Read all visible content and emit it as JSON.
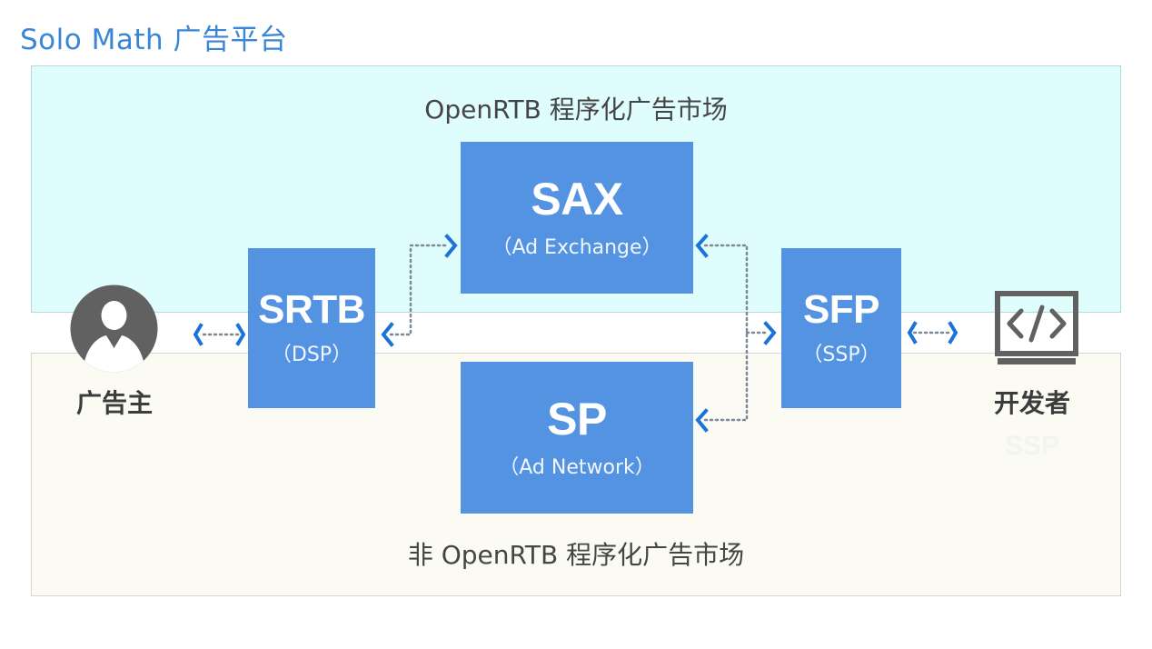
{
  "page": {
    "title": "Solo Math 广告平台"
  },
  "regions": {
    "openrtb_label": "OpenRTB 程序化广告市场",
    "non_openrtb_label": "非 OpenRTB 程序化广告市场"
  },
  "nodes": {
    "sax": {
      "name": "SAX",
      "subtitle": "（Ad Exchange）"
    },
    "sp": {
      "name": "SP",
      "subtitle": "（Ad Network）"
    },
    "srtb": {
      "name": "SRTB",
      "subtitle": "（DSP）"
    },
    "sfp": {
      "name": "SFP",
      "subtitle": "（SSP）"
    }
  },
  "actors": {
    "advertiser": {
      "label": "广告主",
      "icon": "user-icon"
    },
    "developer": {
      "label": "开发者",
      "icon": "code-window-icon",
      "ghost_label": "SSP"
    }
  },
  "colors": {
    "title": "#3a86d6",
    "node_fill": "#5493e2",
    "openrtb_region": "#e0fdfe",
    "non_openrtb_region": "#fbfbf4",
    "arrow": "#1a73d9",
    "dotted_line": "#7a8a99",
    "actor_icon": "#616161"
  }
}
